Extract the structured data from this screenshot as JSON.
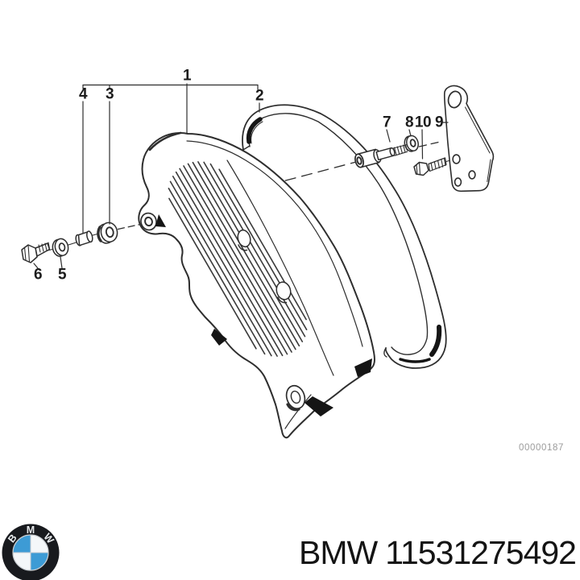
{
  "diagram": {
    "line_color": "#2e2e2e",
    "drawing_number": "00000187",
    "callouts": [
      {
        "label": "1"
      },
      {
        "label": "2"
      },
      {
        "label": "3"
      },
      {
        "label": "4"
      },
      {
        "label": "5"
      },
      {
        "label": "6"
      },
      {
        "label": "7"
      },
      {
        "label": "8"
      },
      {
        "label": "9"
      },
      {
        "label": "10"
      }
    ]
  },
  "footer": {
    "brand": "BMW",
    "part_number": "11531275492",
    "logo": {
      "letters": [
        "B",
        "M",
        "W"
      ],
      "ring_color": "#181a1e",
      "blue": "#3d9bd5",
      "white": "#f4f7f9",
      "letter_color": "#e6e9eb"
    }
  }
}
